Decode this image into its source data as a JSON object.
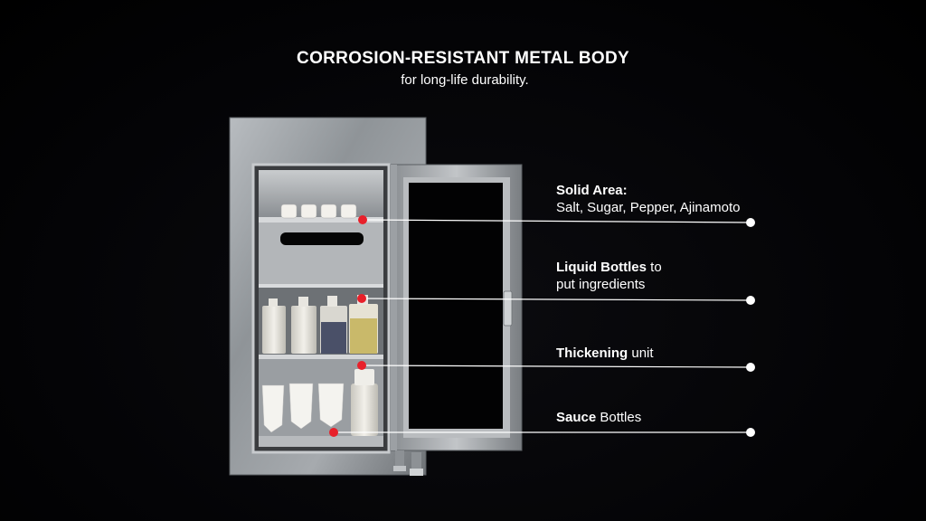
{
  "header": {
    "title": "CORROSION-RESISTANT METAL BODY",
    "subtitle": "for long-life durability."
  },
  "callouts": [
    {
      "bold": "Solid Area:",
      "rest": "",
      "line2": "Salt, Sugar, Pepper, Ajinamoto"
    },
    {
      "bold": "Liquid Bottles",
      "rest": " to",
      "line2": "put ingredients"
    },
    {
      "bold": "Thickening",
      "rest": " unit",
      "line2": ""
    },
    {
      "bold": "Sauce",
      "rest": " Bottles",
      "line2": ""
    }
  ],
  "colors": {
    "background": "#000000",
    "text": "#ffffff",
    "marker_dot": "#e8202a",
    "end_dot": "#ffffff",
    "leader_line": "#ffffff",
    "metal": "#9ea3a8"
  }
}
